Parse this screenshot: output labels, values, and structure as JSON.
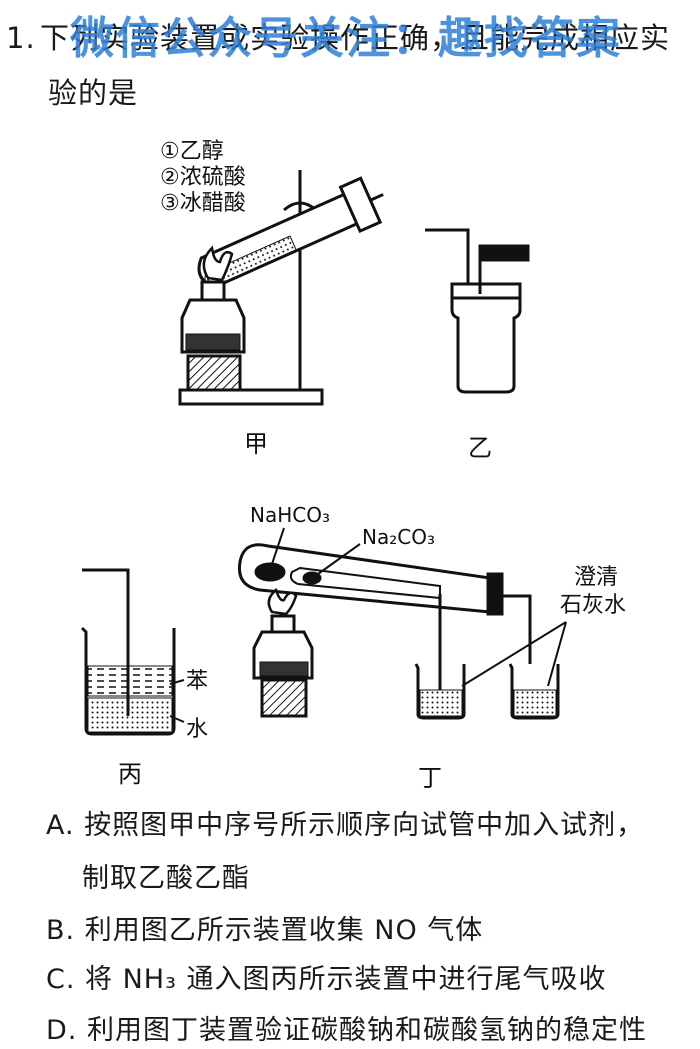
{
  "question": {
    "number": "1.",
    "stem_line1": "下列实验装置或实验操作正确，且能完成相应实",
    "stem_line2": "验的是"
  },
  "watermark": "微信公众号关注：趣找答案",
  "figures": {
    "jia": {
      "caption": "甲",
      "reagents": [
        "①乙醇",
        "②浓硫酸",
        "③冰醋酸"
      ]
    },
    "yi": {
      "caption": "乙"
    },
    "bing": {
      "caption": "丙",
      "label_top": "苯",
      "label_bottom": "水"
    },
    "ding": {
      "caption": "丁",
      "label_left": "NaHCO₃",
      "label_right": "Na₂CO₃",
      "label_water_1": "澄清",
      "label_water_2": "石灰水"
    }
  },
  "options": {
    "A_line1": "A. 按照图甲中序号所示顺序向试管中加入试剂，",
    "A_line2": "制取乙酸乙酯",
    "B": "B. 利用图乙所示装置收集 NO 气体",
    "C": "C. 将 NH₃ 通入图丙所示装置中进行尾气吸收",
    "D": "D. 利用图丁装置验证碳酸钠和碳酸氢钠的稳定性"
  }
}
